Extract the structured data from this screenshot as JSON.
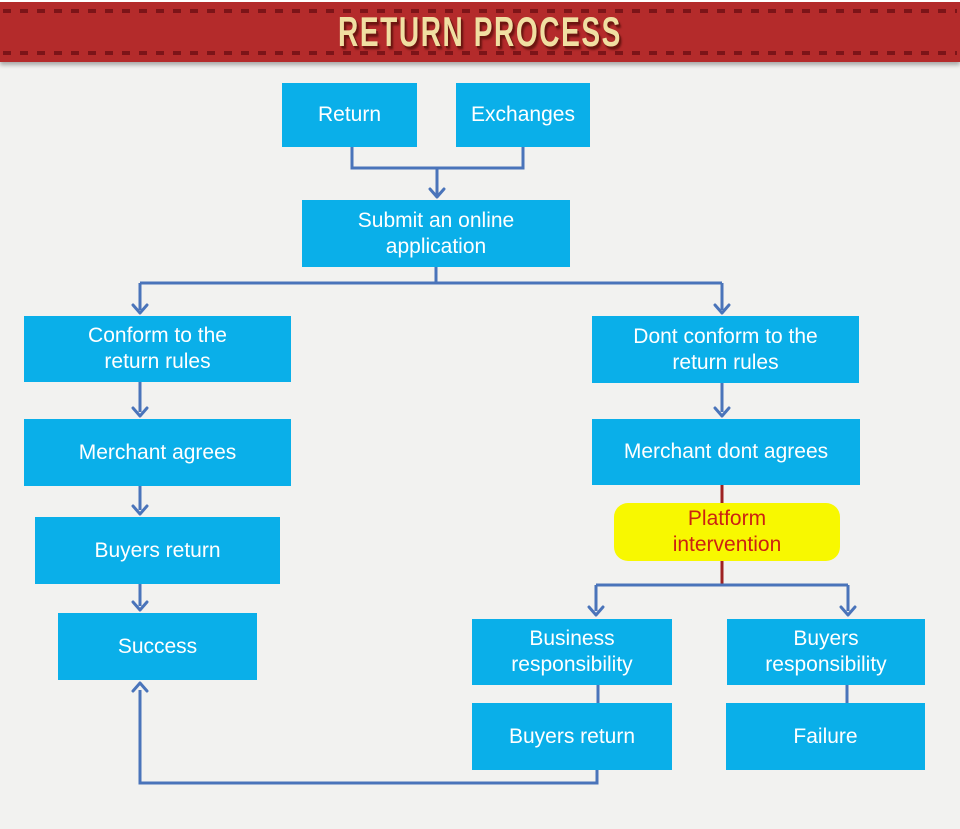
{
  "banner": {
    "title": "RETURN PROCESS"
  },
  "colors": {
    "background": "#f2f2f0",
    "banner_red": "#b42b2b",
    "banner_dash": "#7c1418",
    "banner_text": "#f0dfa2",
    "node_cyan": "#0aafe9",
    "node_text": "#ffffff",
    "connector_blue": "#4a74ba",
    "connector_dark_red": "#9e2222",
    "highlight_yellow": "#f8f800",
    "highlight_text_red": "#cc2211"
  },
  "nodes": {
    "return": {
      "label": "Return"
    },
    "exchanges": {
      "label": "Exchanges"
    },
    "submit": {
      "label": "Submit an online\napplication"
    },
    "conform": {
      "label": "Conform to the\nreturn rules"
    },
    "dont_conform": {
      "label": "Dont conform to the\nreturn rules"
    },
    "merchant_agrees": {
      "label": "Merchant agrees"
    },
    "merchant_dont_agrees": {
      "label": "Merchant dont agrees"
    },
    "platform_intervention": {
      "label": "Platform\nintervention"
    },
    "buyers_return_left": {
      "label": "Buyers return"
    },
    "success": {
      "label": "Success"
    },
    "business_responsibility": {
      "label": "Business\nresponsibility"
    },
    "buyers_responsibility": {
      "label": "Buyers\nresponsibility"
    },
    "buyers_return_right": {
      "label": "Buyers return"
    },
    "failure": {
      "label": "Failure"
    }
  }
}
